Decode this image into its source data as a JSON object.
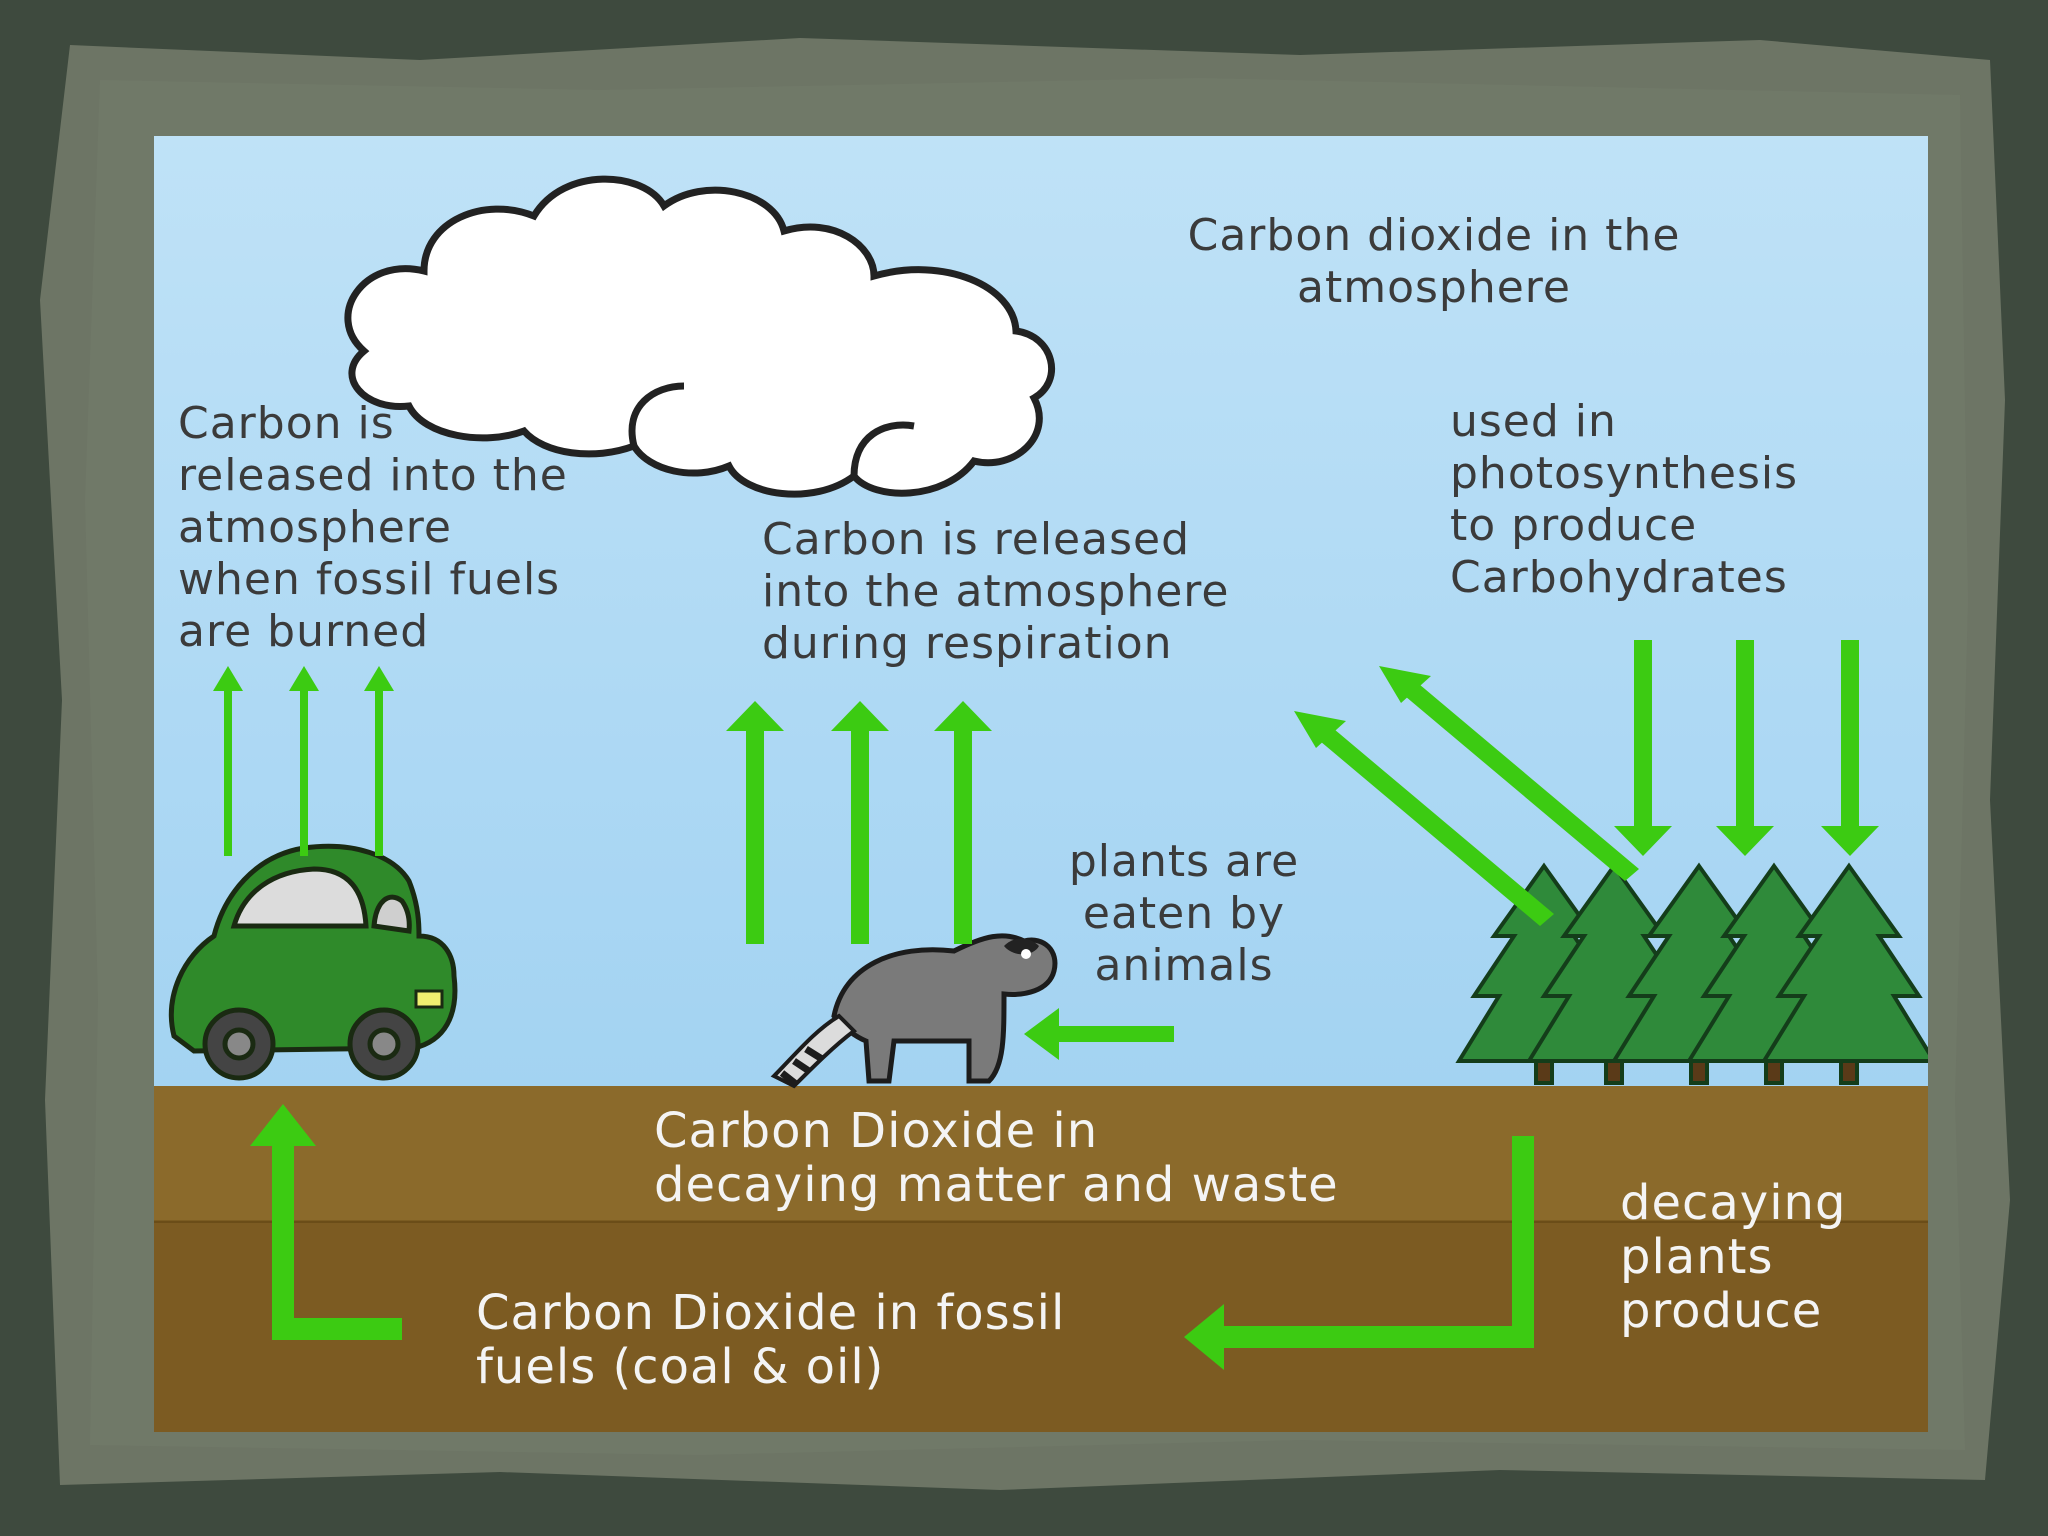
{
  "labels": {
    "atmosphere": "Carbon dioxide in the\natmosphere",
    "fossil_burned": "Carbon is\nreleased into the\natmosphere\nwhen fossil fuels\nare burned",
    "respiration": "Carbon is released\ninto the atmosphere\nduring respiration",
    "photosynthesis": "used in\nphotosynthesis\nto produce\nCarbohydrates",
    "eaten": "plants are\neaten by\nanimals",
    "decaying_matter": "Carbon Dioxide in\ndecaying matter and waste",
    "fossil_fuels": "Carbon Dioxide in fossil\nfuels (coal & oil)",
    "decaying_plants": "decaying\nplants\nproduce"
  },
  "colors": {
    "sky": "#a9d6f2",
    "soil_top": "#8b6a2b",
    "soil_bottom": "#7c5b22",
    "arrow": "#3ccb12",
    "tree": "#2f8a3a",
    "car": "#2f8a2a",
    "frame": "#6d7565",
    "frame_dark": "#3e4a3e"
  },
  "icons": [
    "cloud-icon",
    "car-icon",
    "raccoon-icon",
    "tree-icon"
  ]
}
